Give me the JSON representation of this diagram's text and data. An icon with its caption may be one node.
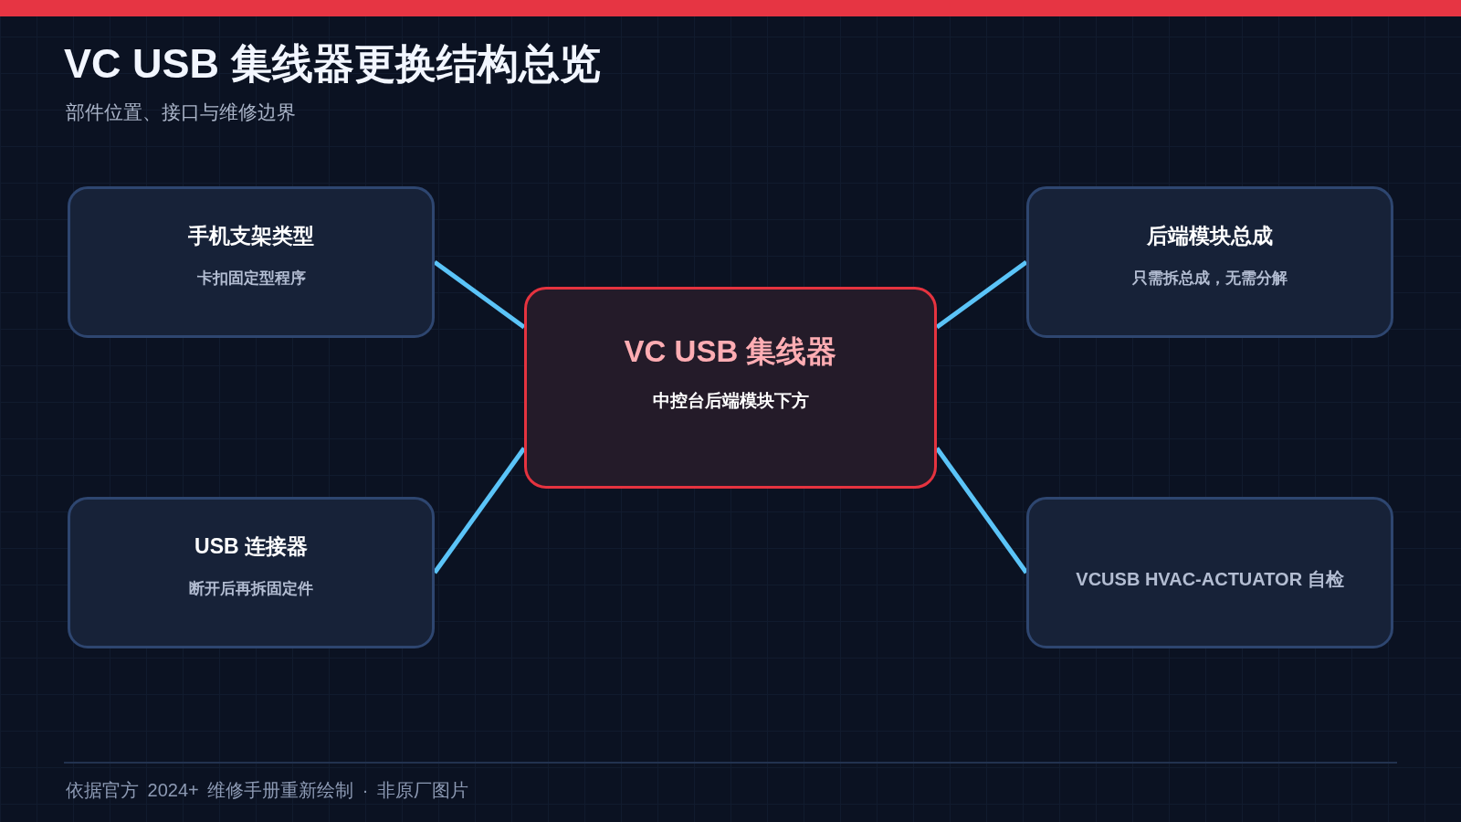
{
  "diagram": {
    "title": "VC USB 集线器更换结构总览",
    "nodes": [
      {
        "text": [
          "手机支架类型",
          "卡扣固定型程序"
        ]
      },
      {
        "text": [
          "后端模块总成",
          "只需拆总成，无需分解"
        ]
      },
      {
        "text": [
          "VC USB 集线器",
          "中控台后端模块下方"
        ]
      },
      {
        "text": [
          "USB 连接器",
          "断开后再拆固定件"
        ]
      },
      {
        "text": [
          "VCUSB HVAC-ACTUATOR 自检"
        ]
      }
    ],
    "edges": [
      {
        "from": 2,
        "to": 0,
        "arrow": "none"
      },
      {
        "from": 2,
        "to": 1,
        "arrow": "none"
      },
      {
        "from": 2,
        "to": 3,
        "arrow": "none"
      },
      {
        "from": 2,
        "to": 4,
        "arrow": "none"
      }
    ],
    "labels": [
      "部件位置、接口与维修边界",
      "依据官方 2024+ 维修手册重新绘制 · 非原厂图片"
    ]
  }
}
